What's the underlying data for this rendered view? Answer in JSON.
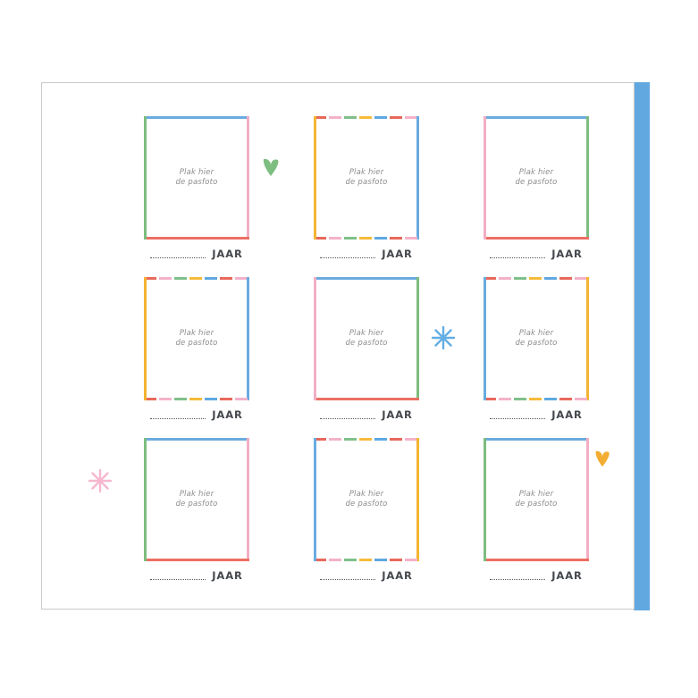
{
  "page": {
    "background": "#ffffff",
    "sheet_border": "#c9c9c9",
    "spine_color": "#62a8e0"
  },
  "palette": {
    "blue": "#6aabe0",
    "green": "#7dbd7f",
    "pink": "#f3aec4",
    "red": "#ec6f63",
    "orange": "#f4b432",
    "dash_red": "#e8695c",
    "dash_pink": "#f4b2c9",
    "dash_green": "#7fc08a",
    "dash_orange": "#f6bb3c",
    "dash_blue": "#5fa8e2",
    "text_gray": "#8d8d8d",
    "caption_gray": "#44484d"
  },
  "frames": [
    {
      "id": "frame-1",
      "placeholder": "Plak hier\nde pasfoto",
      "caption": "JAAR",
      "borders": {
        "top": "#6aabe0",
        "right": "#f3aec4",
        "bottom": "#ec6f63",
        "left": "#7dbd7f"
      },
      "dashed_sides": []
    },
    {
      "id": "frame-2",
      "placeholder": "Plak hier\nde pasfoto",
      "caption": "JAAR",
      "borders": {
        "top": "dashed",
        "right": "#6aabe0",
        "bottom": "dashed",
        "left": "#f4b432"
      },
      "dashed_sides": [
        "top",
        "bottom"
      ]
    },
    {
      "id": "frame-3",
      "placeholder": "Plak hier\nde pasfoto",
      "caption": "JAAR",
      "borders": {
        "top": "#6aabe0",
        "right": "#7dbd7f",
        "bottom": "#ec6f63",
        "left": "#f3aec4"
      },
      "dashed_sides": []
    },
    {
      "id": "frame-4",
      "placeholder": "Plak hier\nde pasfoto",
      "caption": "JAAR",
      "borders": {
        "top": "dashed",
        "right": "#6aabe0",
        "bottom": "dashed",
        "left": "#f4b432"
      },
      "dashed_sides": [
        "top",
        "bottom"
      ]
    },
    {
      "id": "frame-5",
      "placeholder": "Plak hier\nde pasfoto",
      "caption": "JAAR",
      "borders": {
        "top": "#6aabe0",
        "right": "#7dbd7f",
        "bottom": "#ec6f63",
        "left": "#f3aec4"
      },
      "dashed_sides": []
    },
    {
      "id": "frame-6",
      "placeholder": "Plak hier\nde pasfoto",
      "caption": "JAAR",
      "borders": {
        "top": "dashed",
        "right": "#f4b432",
        "bottom": "dashed",
        "left": "#6aabe0"
      },
      "dashed_sides": [
        "top",
        "bottom"
      ]
    },
    {
      "id": "frame-7",
      "placeholder": "Plak hier\nde pasfoto",
      "caption": "JAAR",
      "borders": {
        "top": "#6aabe0",
        "right": "#f3aec4",
        "bottom": "#ec6f63",
        "left": "#7dbd7f"
      },
      "dashed_sides": []
    },
    {
      "id": "frame-8",
      "placeholder": "Plak hier\nde pasfoto",
      "caption": "JAAR",
      "borders": {
        "top": "dashed",
        "right": "#f4b432",
        "bottom": "dashed",
        "left": "#6aabe0"
      },
      "dashed_sides": [
        "top",
        "bottom"
      ]
    },
    {
      "id": "frame-9",
      "placeholder": "Plak hier\nde pasfoto",
      "caption": "JAAR",
      "borders": {
        "top": "#6aabe0",
        "right": "#f3aec4",
        "bottom": "#ec6f63",
        "left": "#7dbd7f"
      },
      "dashed_sides": []
    }
  ],
  "decorations": [
    {
      "id": "deco-heart-green",
      "icon": "heart-icon",
      "color": "#7dbd7f"
    },
    {
      "id": "deco-star-blue",
      "icon": "asterisk-icon",
      "color": "#63aee4"
    },
    {
      "id": "deco-star-pink",
      "icon": "asterisk-icon",
      "color": "#f6b7cf"
    },
    {
      "id": "deco-heart-orange",
      "icon": "heart-icon",
      "color": "#f2ad32"
    }
  ]
}
